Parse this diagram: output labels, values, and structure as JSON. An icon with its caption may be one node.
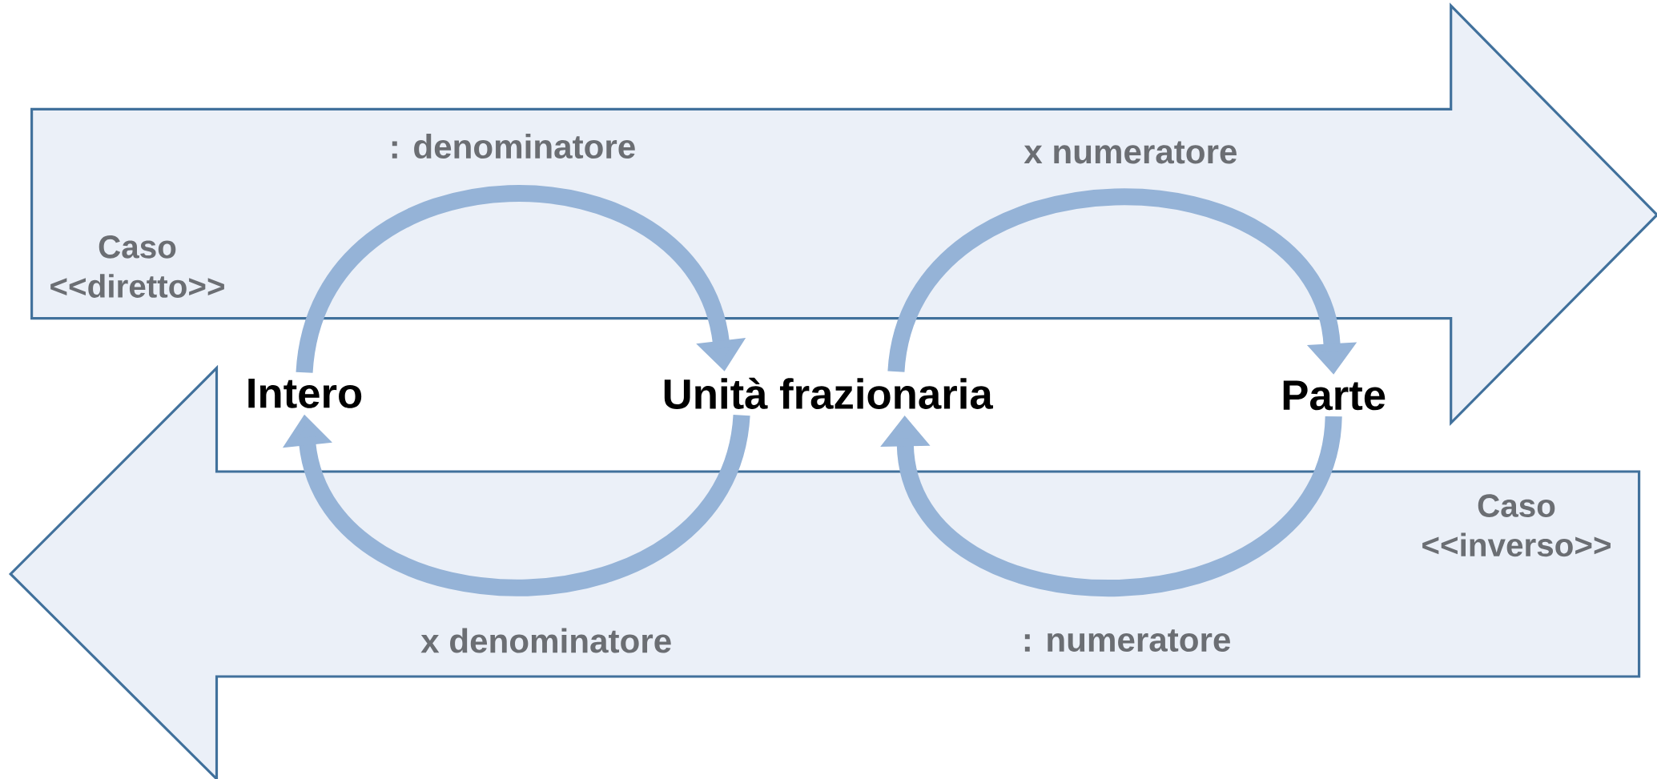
{
  "diagram": {
    "nodes": [
      {
        "text": [
          "Intero"
        ]
      },
      {
        "text": [
          "Unità frazionaria"
        ]
      },
      {
        "text": [
          "Parte"
        ]
      }
    ],
    "edges": [
      {
        "from": 0,
        "to": 1,
        "arrow": "to",
        "label": ": denominatore"
      },
      {
        "from": 1,
        "to": 2,
        "arrow": "to",
        "label": "x numeratore"
      },
      {
        "from": 1,
        "to": 0,
        "arrow": "to",
        "label": "x denominatore"
      },
      {
        "from": 2,
        "to": 1,
        "arrow": "to",
        "label": ": numeratore"
      }
    ],
    "labels": [
      "Caso <<diretto>>",
      "Caso <<inverso>>"
    ]
  }
}
